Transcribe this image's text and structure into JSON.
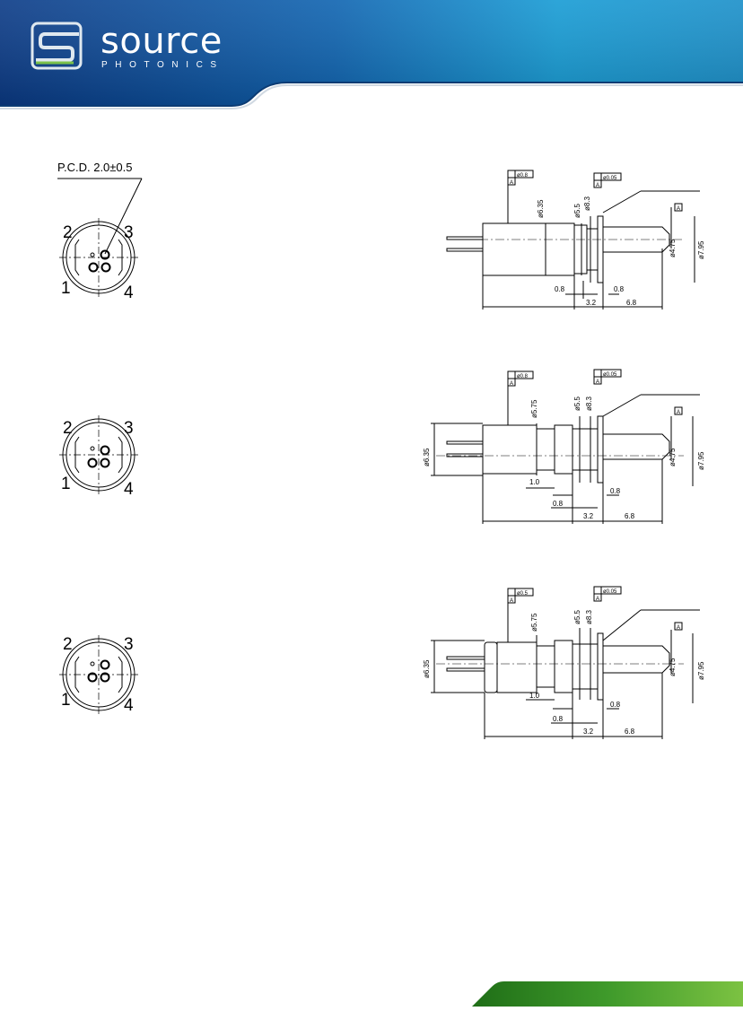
{
  "header": {
    "brand_word": "source",
    "brand_sub": "PHOTONICS",
    "colors": {
      "band_dark": "#0a3a86",
      "band_light": "#1a9fd6",
      "logo_outline": "#dfe8ef",
      "logo_accent": "#7ac14a"
    }
  },
  "pin_views": [
    {
      "pcd_label": "P.C.D. 2.0±0.5",
      "pins": [
        "1",
        "2",
        "3",
        "4"
      ]
    },
    {
      "pcd_label": "",
      "pins": [
        "1",
        "2",
        "3",
        "4"
      ]
    },
    {
      "pcd_label": "",
      "pins": [
        "1",
        "2",
        "3",
        "4"
      ]
    }
  ],
  "side_views": [
    {
      "tol_left": "ø0.8",
      "datum": "A",
      "tol_right": "ø0.05",
      "dia_a": "ø6.35",
      "dia_b": "ø5.5",
      "dia_c": "ø8.3",
      "dia_d": "ø4.75",
      "dia_e": "ø7.95",
      "dim_08a": "0.8",
      "dim_08b": "0.8",
      "dim_32": "3.2",
      "dim_68": "6.8"
    },
    {
      "tol_left": "ø0.8",
      "datum": "A",
      "tol_right": "ø0.05",
      "dia_outer": "ø6.35",
      "dia_a": "ø5.75",
      "dia_b": "ø5.5",
      "dia_c": "ø8.3",
      "dia_d": "ø4.75",
      "dia_e": "ø7.95",
      "dim_10": "1.0",
      "dim_08a": "0.8",
      "dim_08b": "0.8",
      "dim_32": "3.2",
      "dim_68": "6.8"
    },
    {
      "tol_left": "ø0.5",
      "datum": "A",
      "tol_right": "ø0.05",
      "dia_outer": "ø6.35",
      "dia_a": "ø5.75",
      "dia_b": "ø5.5",
      "dia_c": "ø8.3",
      "dia_d": "ø4.75",
      "dia_e": "ø7.95",
      "dim_10": "1.0",
      "dim_08a": "0.8",
      "dim_08b": "0.8",
      "dim_32": "3.2",
      "dim_68": "6.8"
    }
  ],
  "footer": {
    "colors": {
      "band_dark": "#1f6e17",
      "band_light": "#7cc242"
    }
  }
}
